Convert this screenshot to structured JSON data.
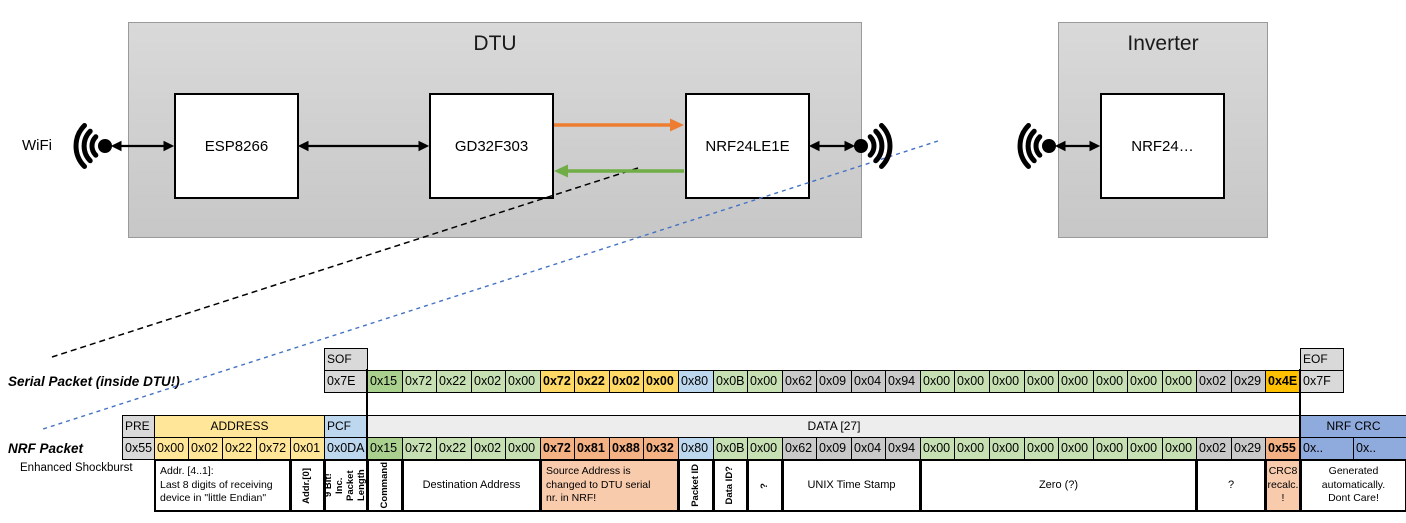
{
  "palette": {
    "gray_header": "#D9D9D9",
    "gray_byte": "#C9C9C9",
    "data_header": "#EDEDED",
    "green_dark": "#A9D08E",
    "green_light": "#C6E0B4",
    "yellow_addr": "#FFE699",
    "yellow_src": "#FFD966",
    "orange_crc": "#FFC000",
    "blue_light": "#BDD7EE",
    "blue_crc": "#8FAADC",
    "salmon_byte": "#F4B183",
    "salmon_anno": "#F8CBAD",
    "arrow_orange": "#ED7D31",
    "arrow_green": "#70AD47",
    "dashed_blue": "#4472C4"
  },
  "diagram": {
    "wifi_label": "WiFi",
    "dtu": {
      "title": "DTU",
      "components": [
        "ESP8266",
        "GD32F303",
        "NRF24LE1E"
      ]
    },
    "inverter": {
      "title": "Inverter",
      "components": [
        "NRF24…"
      ]
    }
  },
  "serial_packet": {
    "label": "Serial Packet (inside DTU!)",
    "sof_header": "SOF",
    "sof_value": "0x7E",
    "eof_header": "EOF",
    "eof_value": "0x7F",
    "data": [
      {
        "v": "0x15",
        "c": "green_dark"
      },
      {
        "v": "0x72",
        "c": "green_light"
      },
      {
        "v": "0x22",
        "c": "green_light"
      },
      {
        "v": "0x02",
        "c": "green_light"
      },
      {
        "v": "0x00",
        "c": "green_light"
      },
      {
        "v": "0x72",
        "c": "yellow_src",
        "bold": true
      },
      {
        "v": "0x22",
        "c": "yellow_src",
        "bold": true
      },
      {
        "v": "0x02",
        "c": "yellow_src",
        "bold": true
      },
      {
        "v": "0x00",
        "c": "yellow_src",
        "bold": true
      },
      {
        "v": "0x80",
        "c": "blue_light"
      },
      {
        "v": "0x0B",
        "c": "green_light"
      },
      {
        "v": "0x00",
        "c": "green_light"
      },
      {
        "v": "0x62",
        "c": "gray_byte"
      },
      {
        "v": "0x09",
        "c": "gray_byte"
      },
      {
        "v": "0x04",
        "c": "gray_byte"
      },
      {
        "v": "0x94",
        "c": "gray_byte"
      },
      {
        "v": "0x00",
        "c": "green_light"
      },
      {
        "v": "0x00",
        "c": "green_light"
      },
      {
        "v": "0x00",
        "c": "green_light"
      },
      {
        "v": "0x00",
        "c": "green_light"
      },
      {
        "v": "0x00",
        "c": "green_light"
      },
      {
        "v": "0x00",
        "c": "green_light"
      },
      {
        "v": "0x00",
        "c": "green_light"
      },
      {
        "v": "0x00",
        "c": "green_light"
      },
      {
        "v": "0x02",
        "c": "gray_byte"
      },
      {
        "v": "0x29",
        "c": "gray_byte"
      },
      {
        "v": "0x4E",
        "c": "orange_crc",
        "bold": true
      }
    ]
  },
  "nrf_packet": {
    "label": "NRF Packet",
    "sublabel": "Enhanced Shockburst",
    "sections": {
      "pre": "PRE",
      "address": "ADDRESS",
      "pcf": "PCF",
      "data": "DATA [27]",
      "crc": "NRF CRC"
    },
    "pre": "0x55",
    "address": [
      "0x00",
      "0x02",
      "0x22",
      "0x72",
      "0x01"
    ],
    "pcf": "0x0DA",
    "data": [
      {
        "v": "0x15",
        "c": "green_dark"
      },
      {
        "v": "0x72",
        "c": "green_light"
      },
      {
        "v": "0x22",
        "c": "green_light"
      },
      {
        "v": "0x02",
        "c": "green_light"
      },
      {
        "v": "0x00",
        "c": "green_light"
      },
      {
        "v": "0x72",
        "c": "salmon_byte",
        "bold": true
      },
      {
        "v": "0x81",
        "c": "salmon_byte",
        "bold": true
      },
      {
        "v": "0x88",
        "c": "salmon_byte",
        "bold": true
      },
      {
        "v": "0x32",
        "c": "salmon_byte",
        "bold": true
      },
      {
        "v": "0x80",
        "c": "blue_light"
      },
      {
        "v": "0x0B",
        "c": "green_light"
      },
      {
        "v": "0x00",
        "c": "green_light"
      },
      {
        "v": "0x62",
        "c": "gray_byte"
      },
      {
        "v": "0x09",
        "c": "gray_byte"
      },
      {
        "v": "0x04",
        "c": "gray_byte"
      },
      {
        "v": "0x94",
        "c": "gray_byte"
      },
      {
        "v": "0x00",
        "c": "green_light"
      },
      {
        "v": "0x00",
        "c": "green_light"
      },
      {
        "v": "0x00",
        "c": "green_light"
      },
      {
        "v": "0x00",
        "c": "green_light"
      },
      {
        "v": "0x00",
        "c": "green_light"
      },
      {
        "v": "0x00",
        "c": "green_light"
      },
      {
        "v": "0x00",
        "c": "green_light"
      },
      {
        "v": "0x00",
        "c": "green_light"
      },
      {
        "v": "0x02",
        "c": "gray_byte"
      },
      {
        "v": "0x29",
        "c": "gray_byte"
      },
      {
        "v": "0x55",
        "c": "salmon_byte",
        "bold": true
      }
    ],
    "crc": [
      "0x..",
      "0x.."
    ]
  },
  "annotations": [
    {
      "id": "addr-4-1",
      "region": "addr",
      "from": 0,
      "to": 3,
      "text": "Addr. [4..1]:\nLast 8 digits of receiving\ndevice in \"little Endian\"",
      "align_left": true,
      "font_size": 10.5
    },
    {
      "id": "addr-0",
      "region": "addr",
      "from": 4,
      "to": 4,
      "text": "Addr.[0]",
      "vertical": true
    },
    {
      "id": "pcf-length",
      "region": "pcf",
      "from": 0,
      "to": 0,
      "text": "9 Bit!\nInc. Packet\nLength",
      "vertical": true
    },
    {
      "id": "command",
      "region": "data",
      "from": 0,
      "to": 0,
      "text": "Command",
      "vertical": true
    },
    {
      "id": "destination-address",
      "region": "data",
      "from": 1,
      "to": 4,
      "text": "Destination Address"
    },
    {
      "id": "source-address",
      "region": "data",
      "from": 5,
      "to": 8,
      "text": "Source Address is\nchanged to DTU serial\nnr. in NRF!",
      "bg": "salmon_anno",
      "align_left": true,
      "font_size": 10.5
    },
    {
      "id": "packet-id",
      "region": "data",
      "from": 9,
      "to": 9,
      "text": "Packet ID",
      "vertical": true
    },
    {
      "id": "data-id",
      "region": "data",
      "from": 10,
      "to": 10,
      "text": "Data ID?",
      "vertical": true
    },
    {
      "id": "unknown-1",
      "region": "data",
      "from": 11,
      "to": 11,
      "text": "?",
      "vertical": true
    },
    {
      "id": "unix-time-stamp",
      "region": "data",
      "from": 12,
      "to": 15,
      "text": "UNIX Time Stamp"
    },
    {
      "id": "zero",
      "region": "data",
      "from": 16,
      "to": 23,
      "text": "Zero (?)"
    },
    {
      "id": "unknown-2",
      "region": "data",
      "from": 24,
      "to": 25,
      "text": "?"
    },
    {
      "id": "crc8-recalc",
      "region": "data",
      "from": 26,
      "to": 26,
      "text": "CRC8\nrecalc.\n!",
      "bg": "salmon_anno",
      "font_size": 10.5
    },
    {
      "id": "nrf-crc-note",
      "region": "crc",
      "from": 0,
      "to": 1,
      "text": "Generated\nautomatically.\nDont Care!",
      "font_size": 10.5
    }
  ]
}
